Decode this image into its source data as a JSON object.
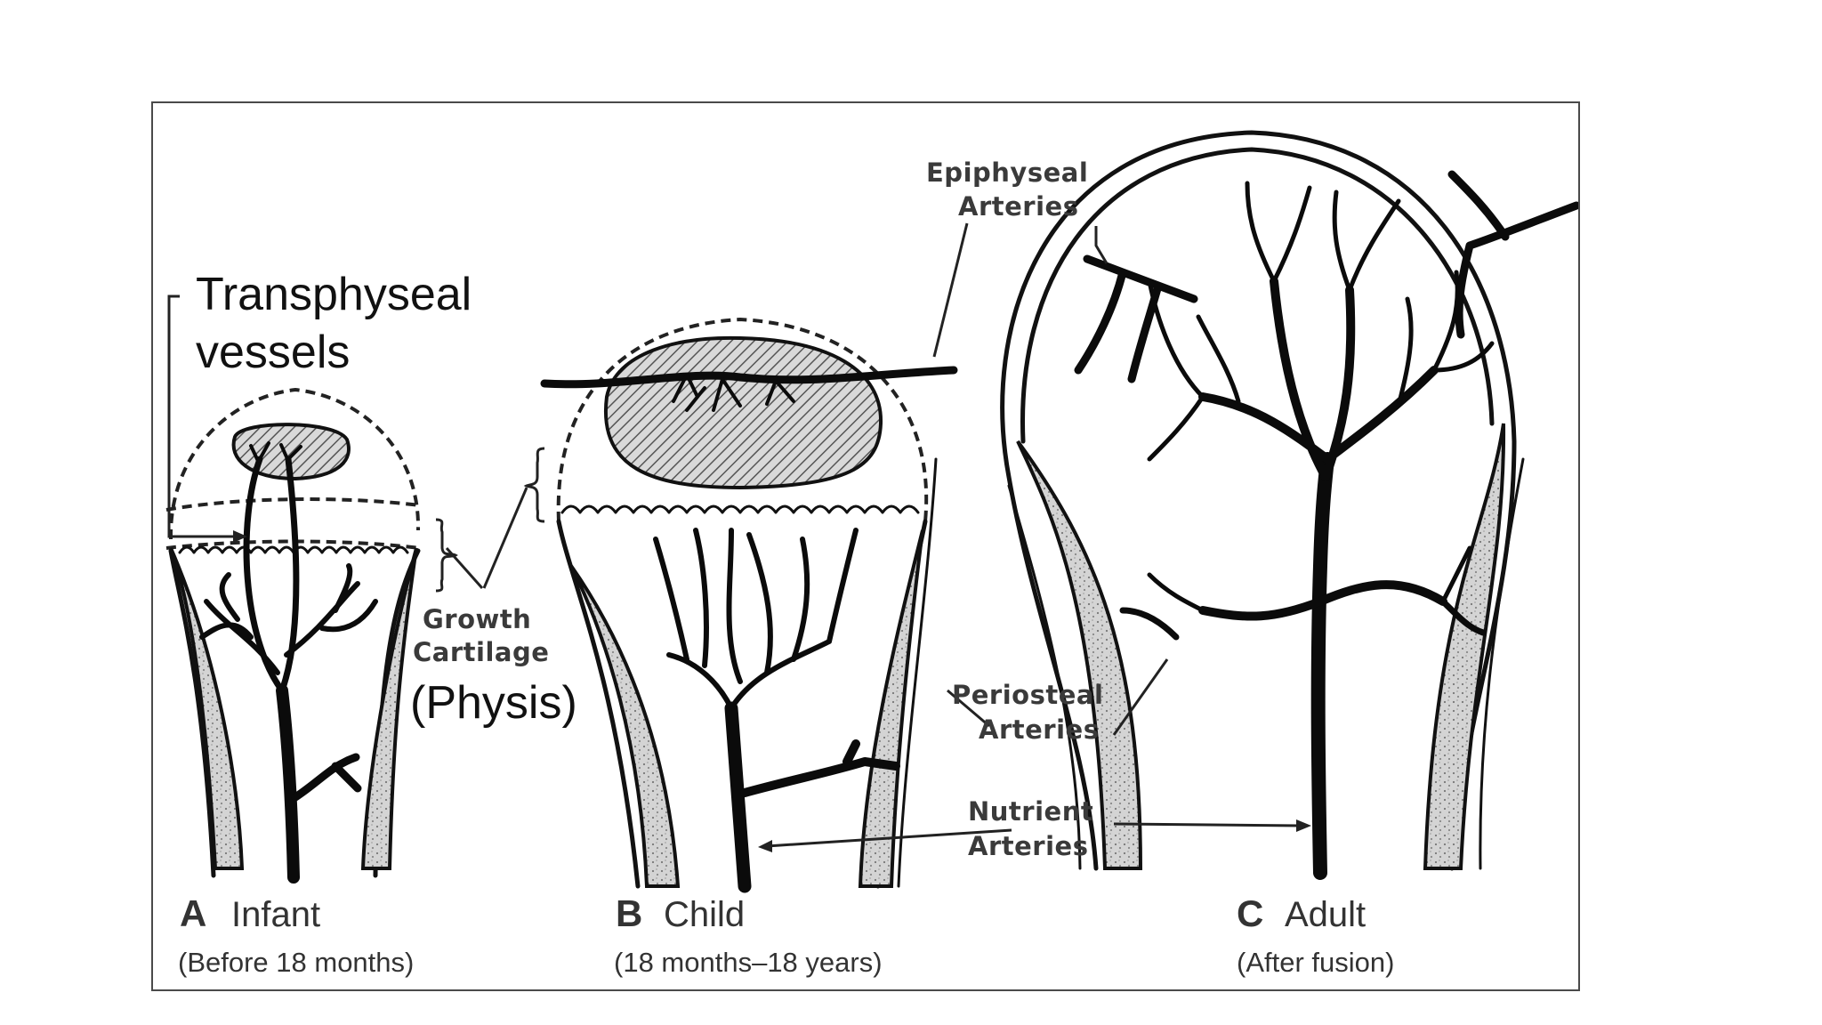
{
  "labels": {
    "transphyseal": [
      "Transphyseal",
      "vessels"
    ],
    "growth_cartilage": [
      "Growth",
      "Cartilage"
    ],
    "physis": "(Physis)",
    "epiphyseal_arteries": [
      "Epiphyseal",
      "Arteries"
    ],
    "periosteal_arteries": [
      "Periosteal",
      "Arteries"
    ],
    "nutrient_arteries": [
      "Nutrient",
      "Arteries"
    ]
  },
  "panels": [
    {
      "letter": "A",
      "name": "Infant",
      "subtitle": "(Before 18 months)"
    },
    {
      "letter": "B",
      "name": "Child",
      "subtitle": "(18 months–18 years)"
    },
    {
      "letter": "C",
      "name": "Adult",
      "subtitle": "(After fusion)"
    }
  ]
}
